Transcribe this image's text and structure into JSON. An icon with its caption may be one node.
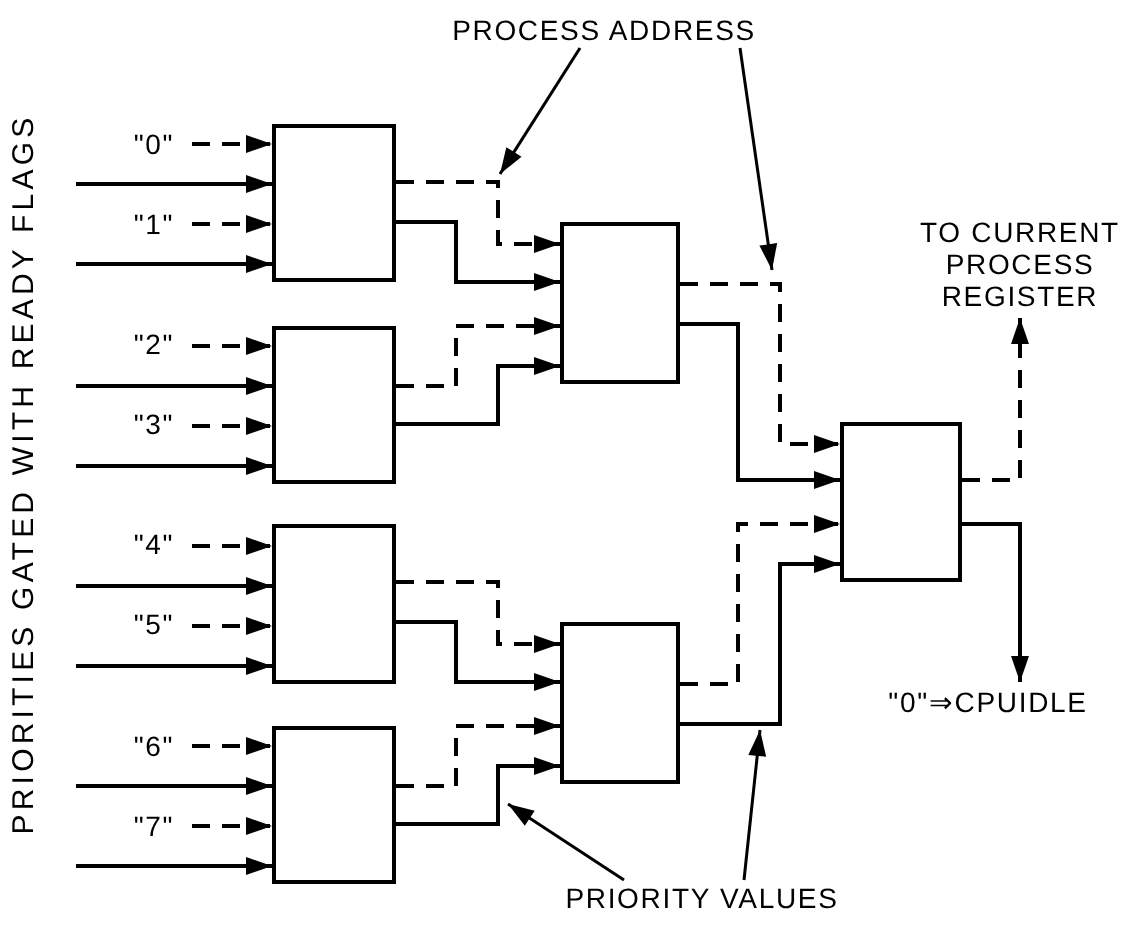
{
  "diagram": {
    "nodes": [
      {
        "text": [
          "PROCESS ADDRESS"
        ]
      },
      {
        "text": [
          "TO CURRENT PROCESS REGISTER"
        ]
      },
      {
        "text": [
          "\"0\""
        ]
      },
      {
        "text": [
          "\"1\""
        ]
      },
      {
        "text": [],
        "shape": "box"
      },
      {
        "text": [
          "\"2\""
        ]
      },
      {
        "text": [
          "\"3\""
        ]
      },
      {
        "text": [],
        "shape": "box"
      },
      {
        "text": [],
        "shape": "box"
      },
      {
        "text": [],
        "shape": "box"
      },
      {
        "text": [
          "\"4\""
        ]
      },
      {
        "text": [
          "\"5\""
        ]
      },
      {
        "text": [],
        "shape": "box"
      },
      {
        "text": [
          "\"6\""
        ]
      },
      {
        "text": [
          "\"7\""
        ]
      },
      {
        "text": [],
        "shape": "box"
      },
      {
        "text": [],
        "shape": "box"
      },
      {
        "text": [
          "\"0\"⇒CPUIDLE"
        ]
      },
      {
        "text": [
          "PRIORITY VALUES"
        ]
      }
    ],
    "edges": [
      {
        "from": 2,
        "to": 4,
        "arrow": "to",
        "style": "dashed"
      },
      {
        "from": null,
        "to": 4,
        "arrow": "to"
      },
      {
        "from": 3,
        "to": 4,
        "arrow": "to",
        "style": "dashed"
      },
      {
        "from": null,
        "to": 4,
        "arrow": "to"
      },
      {
        "from": 5,
        "to": 7,
        "arrow": "to",
        "style": "dashed"
      },
      {
        "from": null,
        "to": 7,
        "arrow": "to"
      },
      {
        "from": 6,
        "to": 7,
        "arrow": "to",
        "style": "dashed"
      },
      {
        "from": null,
        "to": 7,
        "arrow": "to"
      },
      {
        "from": 10,
        "to": 12,
        "arrow": "to",
        "style": "dashed"
      },
      {
        "from": null,
        "to": 12,
        "arrow": "to"
      },
      {
        "from": 11,
        "to": 12,
        "arrow": "to",
        "style": "dashed"
      },
      {
        "from": null,
        "to": 12,
        "arrow": "to"
      },
      {
        "from": 13,
        "to": 15,
        "arrow": "to",
        "style": "dashed"
      },
      {
        "from": null,
        "to": 15,
        "arrow": "to"
      },
      {
        "from": 14,
        "to": 15,
        "arrow": "to",
        "style": "dashed"
      },
      {
        "from": null,
        "to": 15,
        "arrow": "to"
      },
      {
        "from": 4,
        "to": 8,
        "arrow": "to",
        "style": "dashed"
      },
      {
        "from": 4,
        "to": 8,
        "arrow": "to"
      },
      {
        "from": 7,
        "to": 8,
        "arrow": "to",
        "style": "dashed"
      },
      {
        "from": 7,
        "to": 8,
        "arrow": "to"
      },
      {
        "from": 12,
        "to": 16,
        "arrow": "to",
        "style": "dashed"
      },
      {
        "from": 12,
        "to": 16,
        "arrow": "to"
      },
      {
        "from": 15,
        "to": 16,
        "arrow": "to",
        "style": "dashed"
      },
      {
        "from": 15,
        "to": 16,
        "arrow": "to"
      },
      {
        "from": 8,
        "to": 9,
        "arrow": "to",
        "style": "dashed"
      },
      {
        "from": 8,
        "to": 9,
        "arrow": "to"
      },
      {
        "from": 16,
        "to": 9,
        "arrow": "to",
        "style": "dashed"
      },
      {
        "from": 16,
        "to": 9,
        "arrow": "to"
      },
      {
        "from": 9,
        "to": 1,
        "arrow": "to",
        "style": "dashed"
      },
      {
        "from": 9,
        "to": 17,
        "arrow": "to"
      },
      {
        "from": 0,
        "to": null,
        "arrow": "to"
      },
      {
        "from": 0,
        "to": null,
        "arrow": "to"
      },
      {
        "from": 18,
        "to": null,
        "arrow": "to"
      },
      {
        "from": 18,
        "to": null,
        "arrow": "to"
      }
    ],
    "labels": [
      "PRIORITIES GATED WITH READY FLAGS"
    ]
  }
}
